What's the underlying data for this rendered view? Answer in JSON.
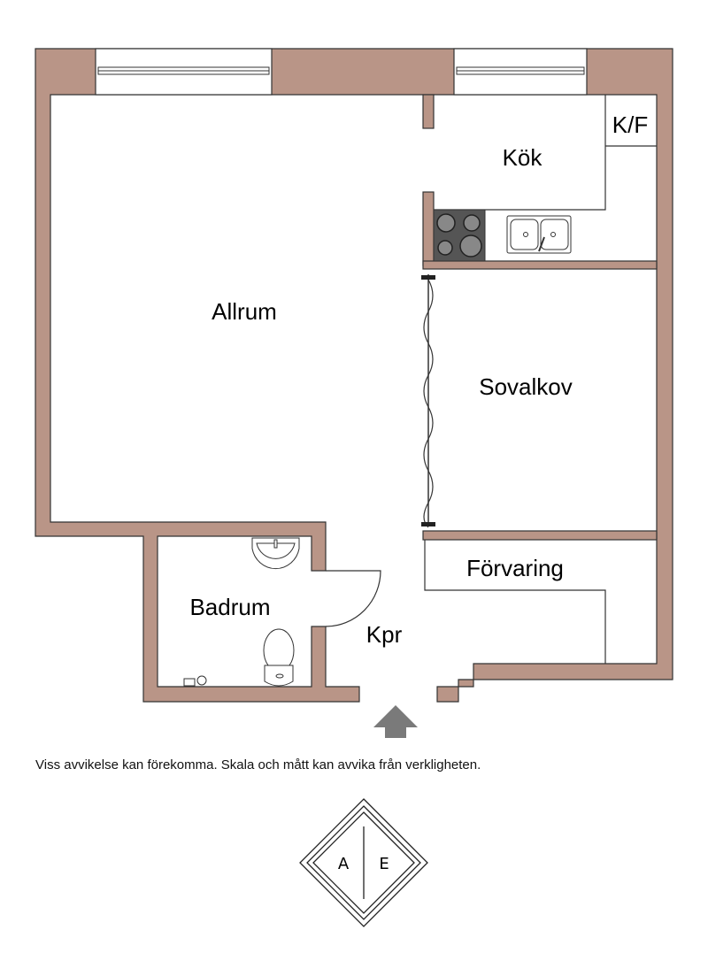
{
  "rooms": {
    "allrum": "Allrum",
    "kok": "Kök",
    "kf": "K/F",
    "sovalkov": "Sovalkov",
    "forvaring": "Förvaring",
    "badrum": "Badrum",
    "kpr": "Kpr"
  },
  "disclaimer": "Viss avvikelse kan förekomma. Skala och mått kan avvika från verkligheten.",
  "logo": {
    "left": "A",
    "right": "E"
  },
  "colors": {
    "wall": "#b99587",
    "stove": "#555555",
    "arrow": "#7a7a7a"
  }
}
